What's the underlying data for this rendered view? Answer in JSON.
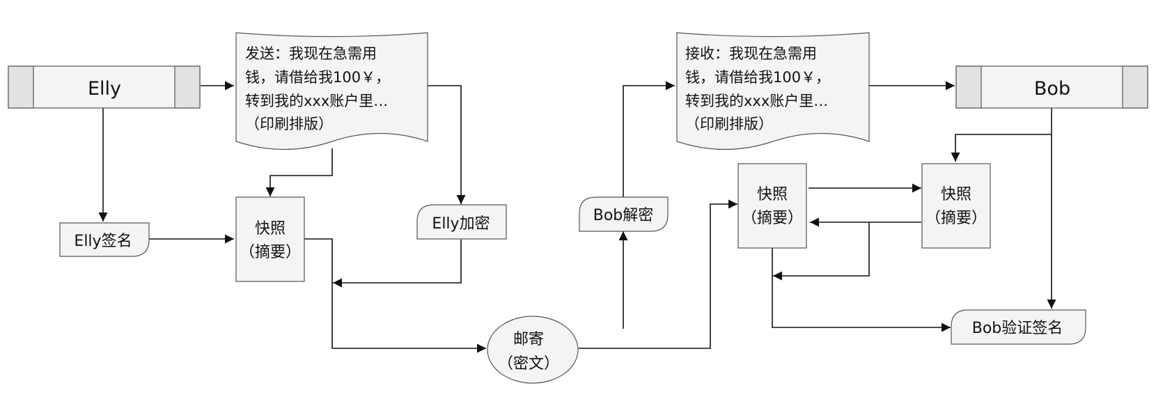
{
  "nodes": {
    "elly": "Elly",
    "bob": "Bob",
    "send_doc": [
      "发送：我现在急需用",
      "钱，请借给我100￥，",
      "转到我的xxx账户里…",
      "（印刷排版）"
    ],
    "recv_doc": [
      "接收：我现在急需用",
      "钱，请借给我100￥，",
      "转到我的xxx账户里…",
      "（印刷排版）"
    ],
    "elly_sign": "Elly签名",
    "elly_encrypt": "Elly加密",
    "bob_decrypt": "Bob解密",
    "bob_verify": "Bob验证签名",
    "snapshot_elly": [
      "快照",
      "（摘要）"
    ],
    "snapshot_bob_1": [
      "快照",
      "（摘要）"
    ],
    "snapshot_bob_2": [
      "快照",
      "（摘要）"
    ],
    "mail": [
      "邮寄",
      "（密文）"
    ]
  },
  "colors": {
    "fill": "#f4f4f4",
    "band": "#e2e2e2",
    "stroke": "#555555",
    "edge": "#111111"
  }
}
